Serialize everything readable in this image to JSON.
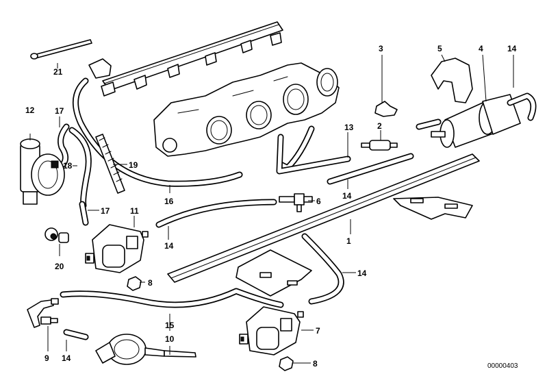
{
  "callouts": {
    "c1": "1",
    "c2": "2",
    "c3": "3",
    "c4": "4",
    "c5": "5",
    "c6": "6",
    "c7": "7",
    "c8a": "8",
    "c8b": "8",
    "c9": "9",
    "c10": "10",
    "c11": "11",
    "c12": "12",
    "c13": "13",
    "c14a": "14",
    "c14b": "14",
    "c14c": "14",
    "c14d": "14",
    "c14e": "14",
    "c15": "15",
    "c16": "16",
    "c17a": "17",
    "c17b": "17",
    "c18": "18",
    "c19": "19",
    "c20": "20",
    "c21": "21"
  },
  "diagram_code": "00000403"
}
